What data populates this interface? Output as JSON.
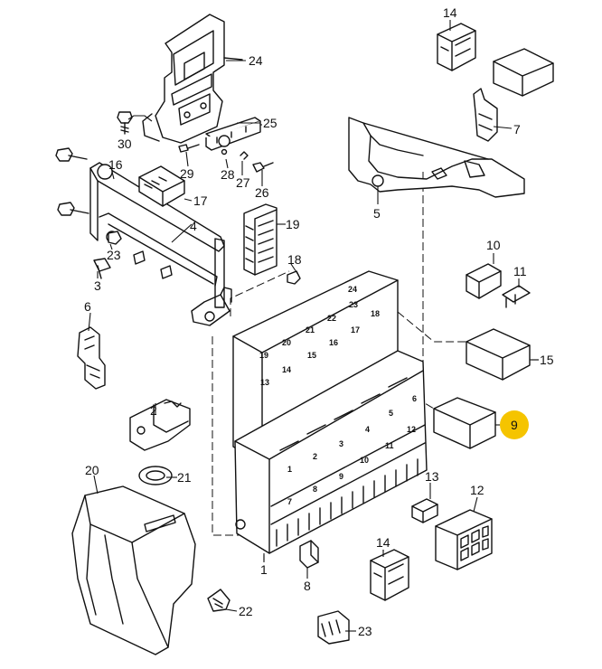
{
  "diagram": {
    "callouts": [
      {
        "id": "24",
        "text": "24"
      },
      {
        "id": "25",
        "text": "25"
      },
      {
        "id": "30",
        "text": "30"
      },
      {
        "id": "29",
        "text": "29"
      },
      {
        "id": "28",
        "text": "28"
      },
      {
        "id": "27",
        "text": "27"
      },
      {
        "id": "26",
        "text": "26"
      },
      {
        "id": "16",
        "text": "16"
      },
      {
        "id": "17",
        "text": "17"
      },
      {
        "id": "19",
        "text": "19"
      },
      {
        "id": "4",
        "text": "4"
      },
      {
        "id": "23a",
        "text": "23"
      },
      {
        "id": "18",
        "text": "18"
      },
      {
        "id": "3",
        "text": "3"
      },
      {
        "id": "6",
        "text": "6"
      },
      {
        "id": "2",
        "text": "2"
      },
      {
        "id": "21",
        "text": "21"
      },
      {
        "id": "20",
        "text": "20"
      },
      {
        "id": "22",
        "text": "22"
      },
      {
        "id": "1",
        "text": "1"
      },
      {
        "id": "8",
        "text": "8"
      },
      {
        "id": "14a",
        "text": "14"
      },
      {
        "id": "7",
        "text": "7"
      },
      {
        "id": "5",
        "text": "5"
      },
      {
        "id": "10",
        "text": "10"
      },
      {
        "id": "11",
        "text": "11"
      },
      {
        "id": "15",
        "text": "15"
      },
      {
        "id": "9",
        "text": "9"
      },
      {
        "id": "13",
        "text": "13"
      },
      {
        "id": "12",
        "text": "12"
      },
      {
        "id": "14b",
        "text": "14"
      },
      {
        "id": "23b",
        "text": "23"
      }
    ],
    "slot_numbers": [
      "24",
      "23",
      "18",
      "22",
      "17",
      "21",
      "16",
      "20",
      "15",
      "19",
      "14",
      "13",
      "1",
      "2",
      "3",
      "4",
      "5",
      "6",
      "7",
      "8",
      "9",
      "10",
      "11",
      "12"
    ],
    "highlight_color": "#f5c400",
    "highlighted_callout": "9"
  }
}
